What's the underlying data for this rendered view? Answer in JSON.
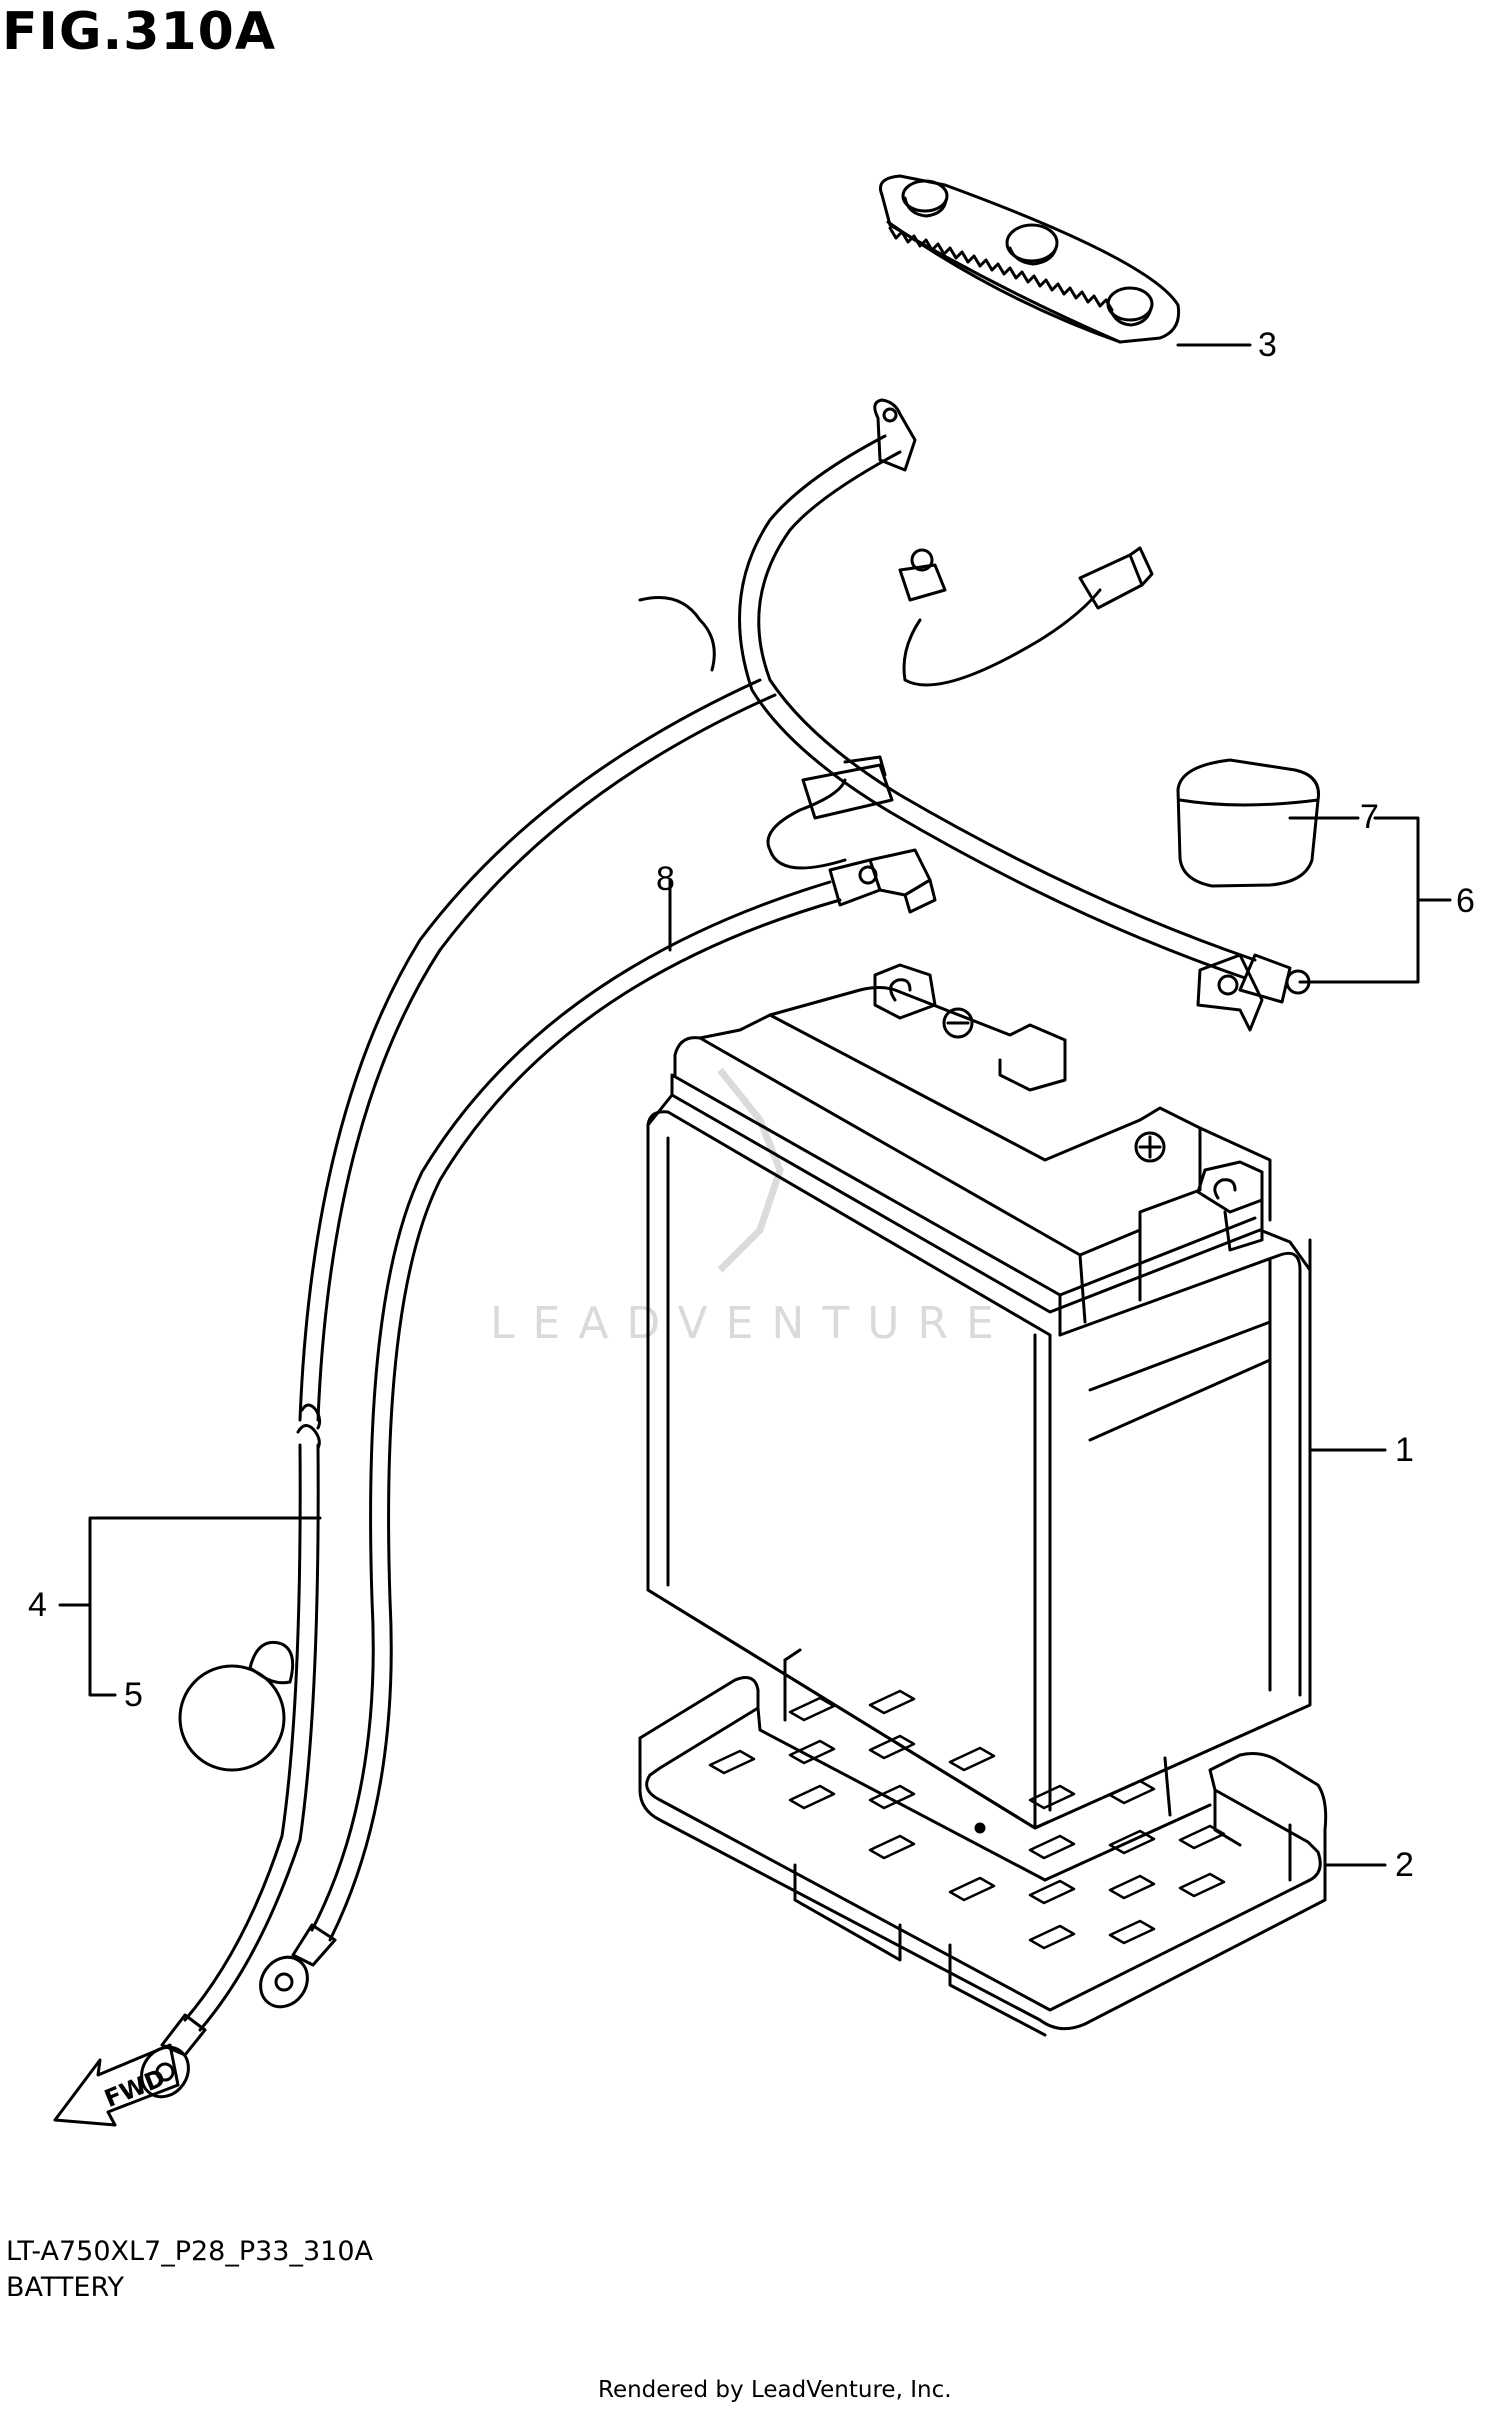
{
  "figure": {
    "title": "FIG.310A"
  },
  "callouts": {
    "c1": "1",
    "c2": "2",
    "c3": "3",
    "c4": "4",
    "c5": "5",
    "c6": "6",
    "c7": "7",
    "c8": "8"
  },
  "fwd_label": "FWD",
  "watermark": "LEADVENTURE",
  "footer": {
    "model_code": "LT-A750XL7_P28_P33_310A",
    "section_title": "BATTERY",
    "rendered_by": "Rendered by LeadVenture, Inc."
  }
}
